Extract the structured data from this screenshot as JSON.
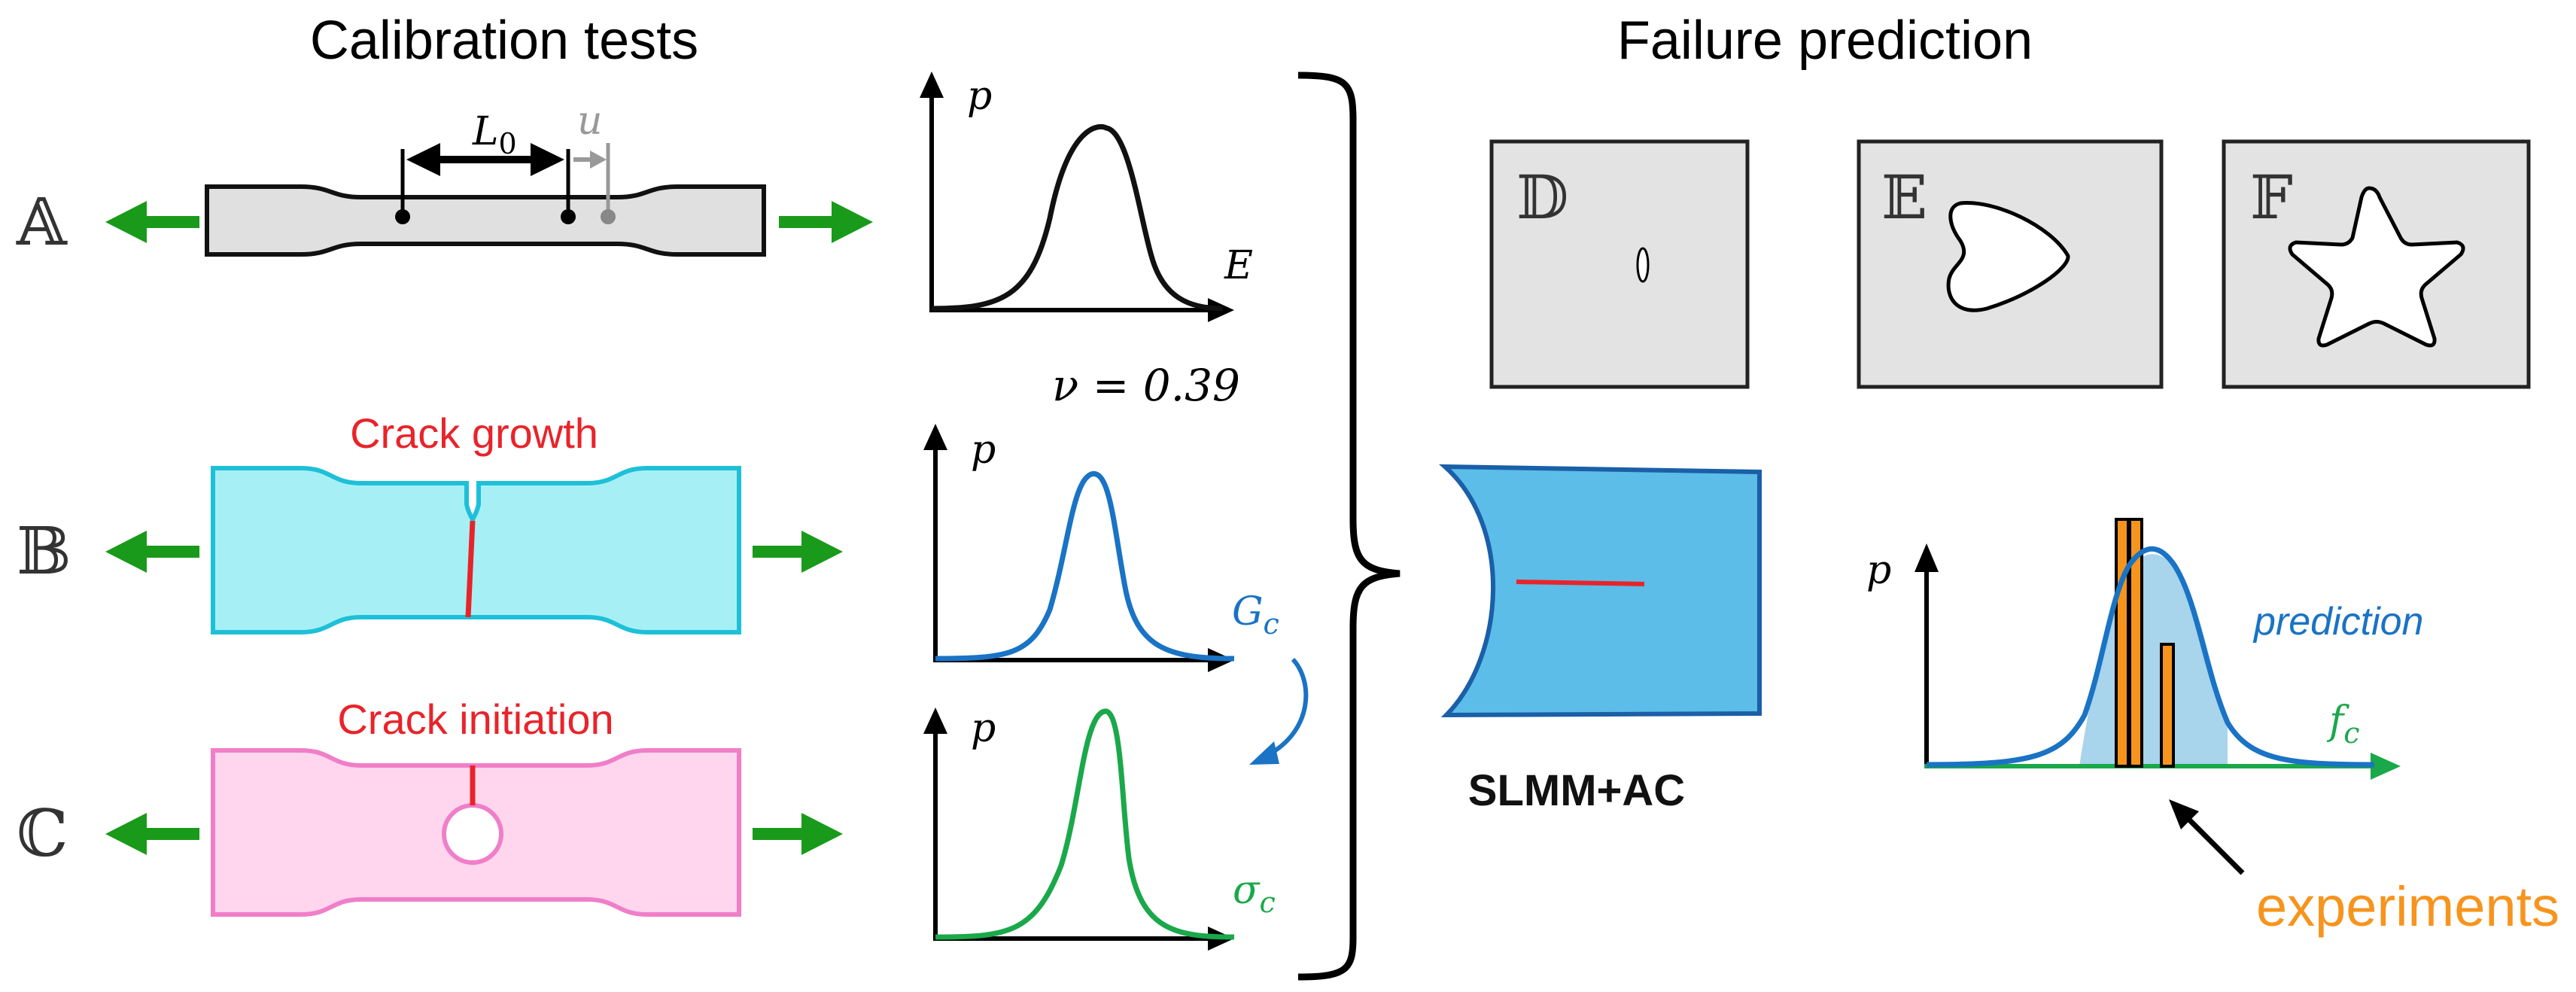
{
  "headings": {
    "calibration": "Calibration tests",
    "failure": "Failure prediction"
  },
  "tests": {
    "a": {
      "letter": "𝔸",
      "L0": "L",
      "L0_sub": "0",
      "u": "u"
    },
    "b": {
      "letter": "𝔹",
      "caption": "Crack growth"
    },
    "c": {
      "letter": "ℂ",
      "caption": "Crack initiation"
    }
  },
  "plots": {
    "E": {
      "y": "p",
      "x": "E"
    },
    "nu": "ν = 0.39",
    "Gc": {
      "y": "p",
      "x": "G",
      "x_sub": "c"
    },
    "sigma": {
      "y": "p",
      "x": "σ",
      "x_sub": "c"
    }
  },
  "specimens": {
    "d": "𝔻",
    "e": "𝔼",
    "f": "𝔽"
  },
  "model": {
    "label": "SLMM+AC"
  },
  "result": {
    "y": "p",
    "x": "f",
    "x_sub": "c",
    "prediction": "prediction",
    "experiments": "experiments"
  },
  "colors": {
    "arrow": "#1a9a1a",
    "crack": "#e8242a",
    "blue_curve": "#1a73c4",
    "green_curve": "#1aa84a",
    "cyan_fill": "#a6f0f5",
    "cyan_stroke": "#1ec0d8",
    "pink_fill": "#ffd6ee",
    "pink_stroke": "#f07ec8",
    "model_fill": "#5bbde8",
    "bar_fill": "#f7941d",
    "experiments_text": "#f7941d"
  }
}
